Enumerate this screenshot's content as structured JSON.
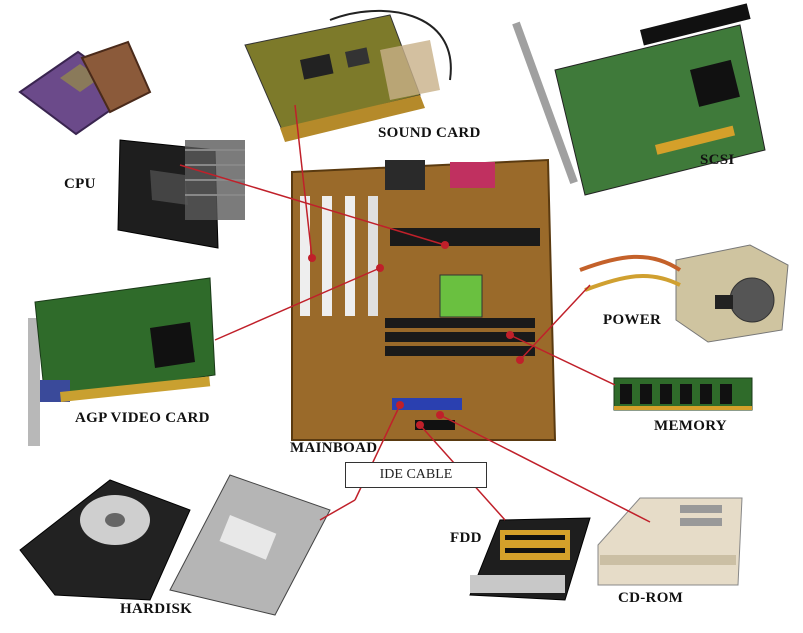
{
  "labels": {
    "sound_card": "SOUND CARD",
    "scsi": "SCSI",
    "cpu": "CPU",
    "power": "POWER",
    "agp_video_card": "AGP VIDEO CARD",
    "memory": "MEMORY",
    "mainboard": "MAINBOAD",
    "ide_cable": "IDE CABLE",
    "fdd": "FDD",
    "hardisk": "HARDISK",
    "cd_rom": "CD-ROM"
  },
  "colors": {
    "connector_line": "#c0202a",
    "pcb_green": "#2f6b2a",
    "board_brown": "#9a6a2a",
    "metal": "#c9c9c9"
  }
}
